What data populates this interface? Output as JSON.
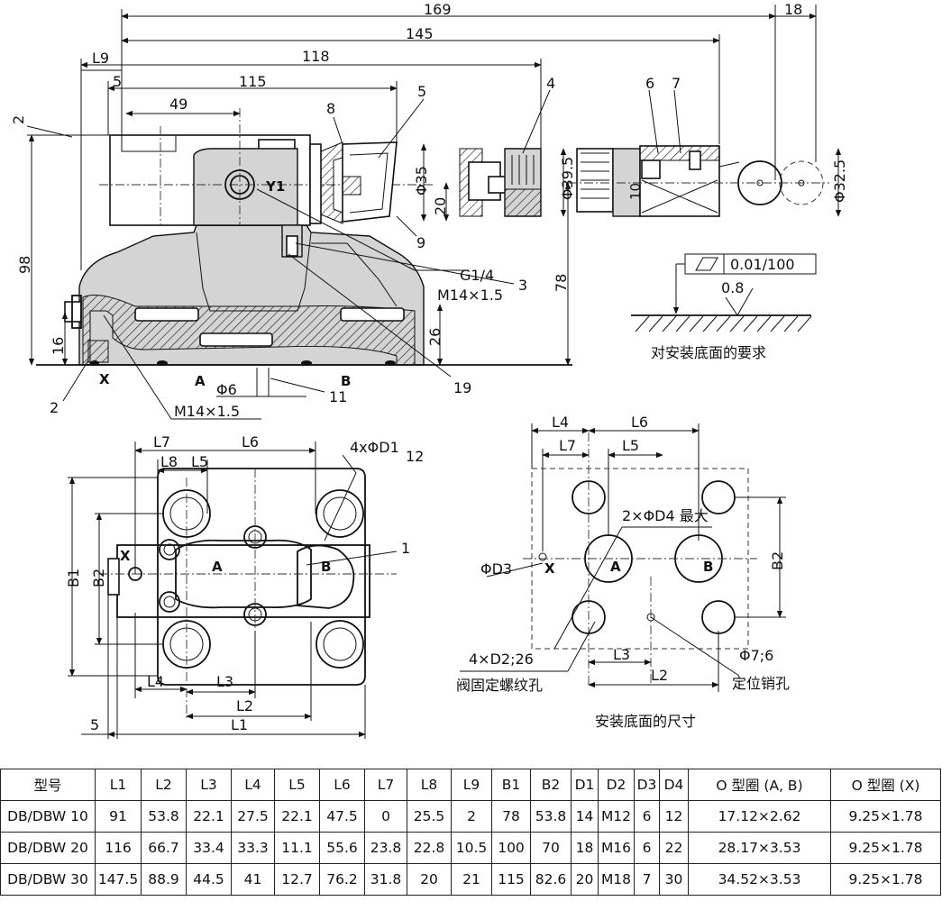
{
  "dimensions": {
    "total_169": "169",
    "d18": "18",
    "d145": "145",
    "d118": "118",
    "l9": "L9",
    "d5a": "5",
    "d115": "115",
    "d49": "49",
    "d2": "2",
    "d98": "98",
    "d16": "16",
    "d26": "26",
    "d78": "78",
    "d20": "20",
    "phi35": "Φ35",
    "phi395": "Φ39.5",
    "phi325": "Φ32.5",
    "d10": "10",
    "phi6": "Φ6",
    "m14a": "M14×1.5",
    "m14b": "M14×1.5",
    "g14": "G1/4",
    "y1": "Y1",
    "x": "X",
    "a": "A",
    "b": "B"
  },
  "callouts": {
    "c1": "1",
    "c2": "2",
    "c3": "3",
    "c4": "4",
    "c5": "5",
    "c6": "6",
    "c7": "7",
    "c8": "8",
    "c9": "9",
    "c11": "11",
    "c12": "12",
    "c19": "19"
  },
  "surface_req": {
    "tolerance": "0.01/100",
    "roughness": "0.8",
    "caption": "对安装底面的要求"
  },
  "bottom_view": {
    "l7": "L7",
    "l6": "L6",
    "l8": "L8",
    "l5": "L5",
    "d1": "4xΦD1",
    "c12": "12",
    "c1": "1",
    "b1": "B1",
    "b2": "B2",
    "x": "X",
    "a": "A",
    "b": "B",
    "l4": "L4",
    "l3": "L3",
    "l2": "L2",
    "l1": "L1",
    "d5": "5"
  },
  "mount_face": {
    "l4": "L4",
    "l6": "L6",
    "l7": "L7",
    "l5": "L5",
    "d4": "2×ΦD4 最大",
    "d3": "ΦD3",
    "x": "X",
    "a": "A",
    "b": "B",
    "b2": "B2",
    "d2": "4×D2;26",
    "screw": "阀固定螺纹孔",
    "l3": "L3",
    "l2": "L2",
    "pin": "Φ7;6",
    "pin_label": "定位销孔",
    "caption": "安装底面的尺寸"
  },
  "table": {
    "headers": [
      "型号",
      "L1",
      "L2",
      "L3",
      "L4",
      "L5",
      "L6",
      "L7",
      "L8",
      "L9",
      "B1",
      "B2",
      "D1",
      "D2",
      "D3",
      "D4",
      "O 型圈 (A, B)",
      "O 型圈 (X)"
    ],
    "rows": [
      [
        "DB/DBW 10",
        "91",
        "53.8",
        "22.1",
        "27.5",
        "22.1",
        "47.5",
        "0",
        "25.5",
        "2",
        "78",
        "53.8",
        "14",
        "M12",
        "6",
        "12",
        "17.12×2.62",
        "9.25×1.78"
      ],
      [
        "DB/DBW 20",
        "116",
        "66.7",
        "33.4",
        "33.3",
        "11.1",
        "55.6",
        "23.8",
        "22.8",
        "10.5",
        "100",
        "70",
        "18",
        "M16",
        "6",
        "22",
        "28.17×3.53",
        "9.25×1.78"
      ],
      [
        "DB/DBW 30",
        "147.5",
        "88.9",
        "44.5",
        "41",
        "12.7",
        "76.2",
        "31.8",
        "20",
        "21",
        "115",
        "82.6",
        "20",
        "M18",
        "7",
        "30",
        "34.52×3.53",
        "9.25×1.78"
      ]
    ]
  }
}
